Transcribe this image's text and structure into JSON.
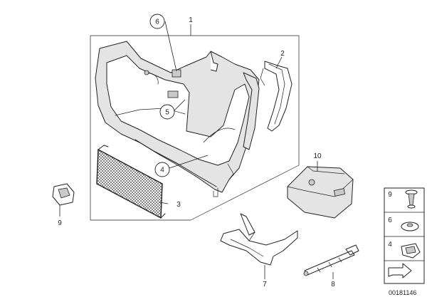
{
  "diagram": {
    "callouts": [
      {
        "id": "c1",
        "label": "1"
      },
      {
        "id": "c2",
        "label": "2"
      },
      {
        "id": "c3",
        "label": "3"
      },
      {
        "id": "c4",
        "label": "4"
      },
      {
        "id": "c5",
        "label": "5"
      },
      {
        "id": "c6",
        "label": "6"
      },
      {
        "id": "c7",
        "label": "7"
      },
      {
        "id": "c8",
        "label": "8"
      },
      {
        "id": "c9",
        "label": "9"
      },
      {
        "id": "c10",
        "label": "10"
      }
    ],
    "legend": [
      {
        "label": "9"
      },
      {
        "label": "6"
      },
      {
        "label": "4"
      }
    ],
    "document_number": "00181146"
  }
}
